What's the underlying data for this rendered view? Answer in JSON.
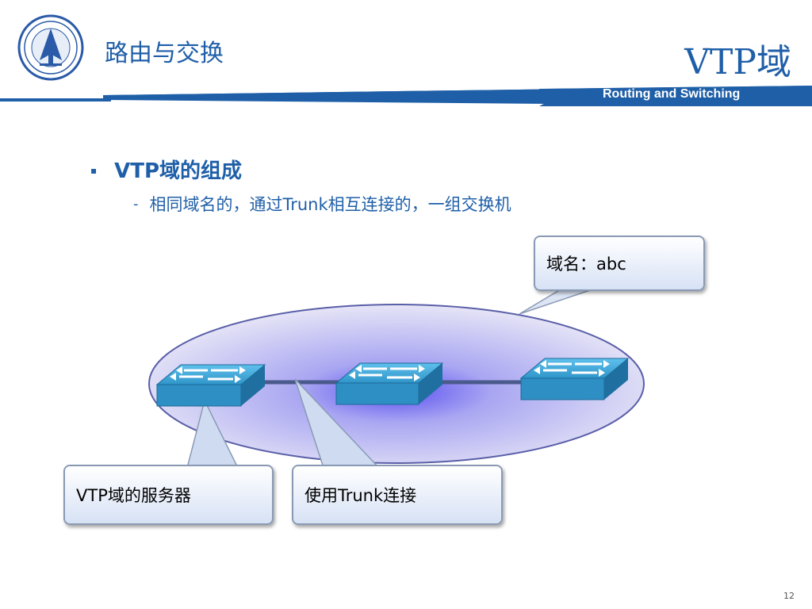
{
  "header": {
    "course_title": "路由与交换",
    "slide_title": "VTP域",
    "subtitle": "Routing and Switching"
  },
  "bullets": [
    {
      "level": 1,
      "marker": "▪",
      "text": "VTP域的组成"
    },
    {
      "level": 2,
      "marker": "-",
      "text": "相同域名的，通过Trunk相互连接的，一组交换机"
    }
  ],
  "diagram": {
    "callouts": {
      "domain": "域名：abc",
      "server": "VTP域的服务器",
      "trunk": "使用Trunk连接"
    }
  },
  "footer": {
    "page_number": "12"
  },
  "colors": {
    "title_blue": "#1f5fa8",
    "bar_blue": "#1f5fa8",
    "switch_blue": "#2f95c9"
  }
}
